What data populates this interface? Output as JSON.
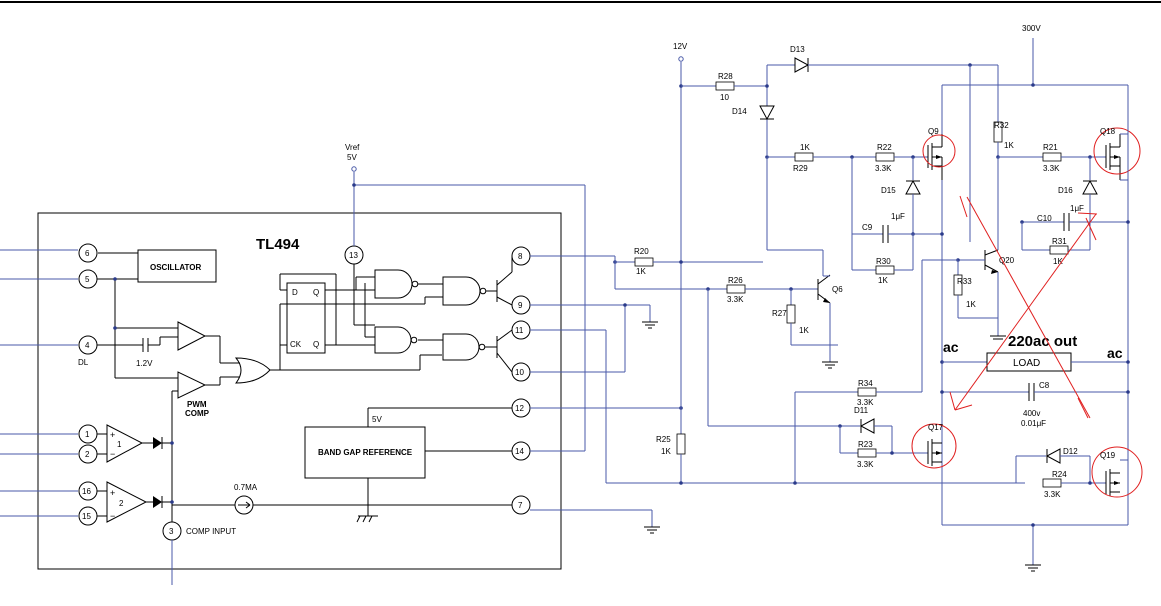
{
  "ic": {
    "name": "TL494",
    "oscillator": "OSCILLATOR",
    "band_gap": "BAND GAP REFERENCE",
    "pwm_comp_1": "PWM",
    "pwm_comp_2": "COMP",
    "comp_input": "COMP INPUT",
    "current": "0.7MA",
    "ref_5v": "5V",
    "volt_12": "1.2V",
    "dt_label": "DL",
    "ff_d": "D",
    "ff_q": "Q",
    "ff_ck": "CK",
    "ff_q2": "Q",
    "amp1": "1",
    "amp2": "2",
    "plus": "+",
    "minus": "−",
    "pins": [
      "6",
      "5",
      "4",
      "1",
      "2",
      "16",
      "15",
      "3",
      "13",
      "8",
      "9",
      "11",
      "10",
      "12",
      "14",
      "7"
    ]
  },
  "vref": {
    "line1": "Vref",
    "line2": "5V"
  },
  "rails": {
    "v12": "12V",
    "v300": "300V"
  },
  "components": {
    "D13": "D13",
    "R28": "R28",
    "R28_val": "10",
    "D14": "D14",
    "R29": "R29",
    "R29_val": "1K",
    "R22": "R22",
    "R22_val": "3.3K",
    "Q9": "Q9",
    "D15": "D15",
    "C9": "C9",
    "C9_val": "1μF",
    "R30": "R30",
    "R30_val": "1K",
    "R20": "R20",
    "R20_val": "1K",
    "R26": "R26",
    "R26_val": "3.3K",
    "Q6": "Q6",
    "R27": "R27",
    "R27_val": "1K",
    "R32": "R32",
    "R32_val": "1K",
    "R21": "R21",
    "R21_val": "3.3K",
    "Q18": "Q18",
    "D16": "D16",
    "C10": "C10",
    "C10_val": "1μF",
    "R31": "R31",
    "R31_val": "1K",
    "Q20": "Q20",
    "R33": "R33",
    "R33_val": "1K",
    "R34": "R34",
    "R34_val": "3.3K",
    "D11": "D11",
    "R23": "R23",
    "R23_val": "3.3K",
    "Q17": "Q17",
    "R25": "R25",
    "R25_val": "1K",
    "C8": "C8",
    "C8_v": "400v",
    "C8_val": "0.01μF",
    "D12": "D12",
    "R24": "R24",
    "R24_val": "3.3K",
    "Q19": "Q19",
    "load": "LOAD"
  },
  "annotations": {
    "ac_left": "ac",
    "ac_right": "ac",
    "out": "220ac out"
  }
}
